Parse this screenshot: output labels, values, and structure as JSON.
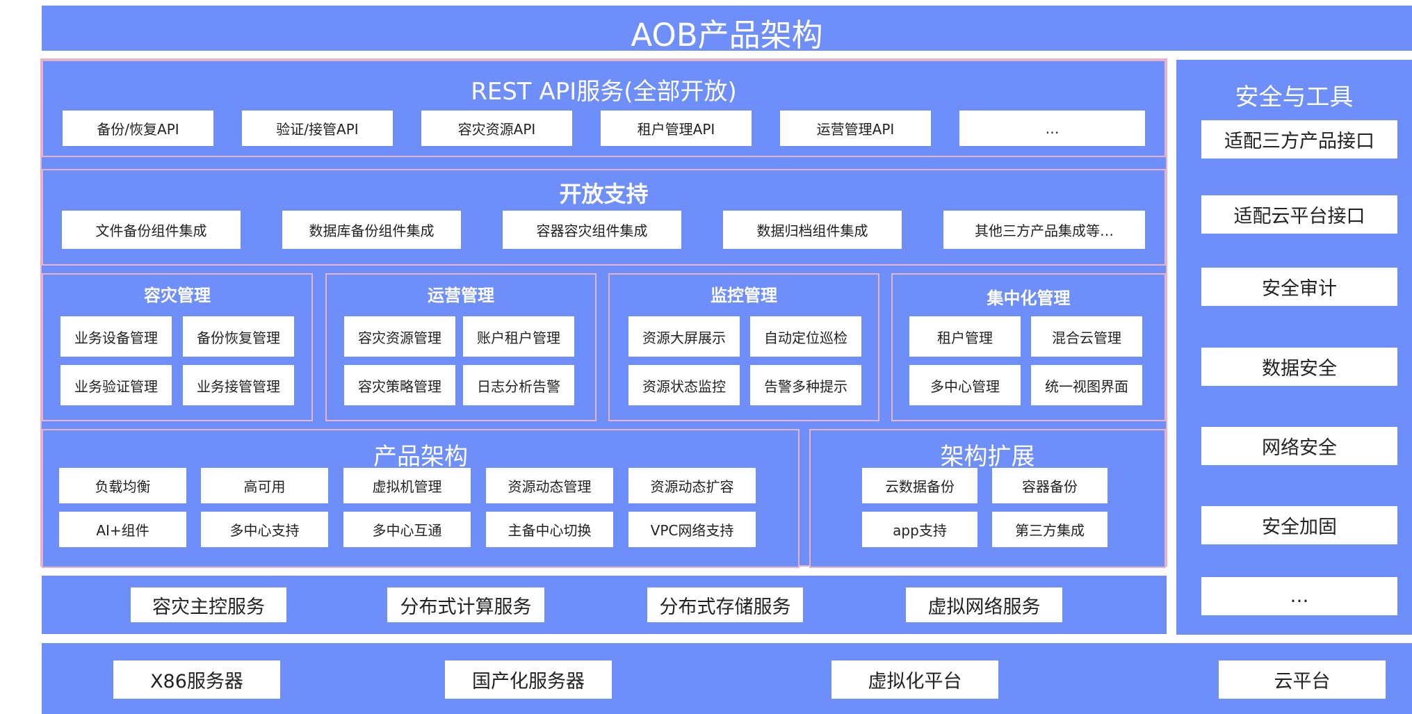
{
  "title": "AOB产品架构",
  "api": {
    "title": "REST API服务(全部开放)",
    "items": [
      "备份/恢复API",
      "验证/接管API",
      "容灾资源API",
      "租户管理API",
      "运营管理API",
      "…"
    ]
  },
  "open_support": {
    "title": "开放支持",
    "items": [
      "文件备份组件集成",
      "数据库备份组件集成",
      "容器容灾组件集成",
      "数据归档组件集成",
      "其他三方产品集成等…"
    ]
  },
  "modules": [
    {
      "title": "容灾管理",
      "items": [
        "业务设备管理",
        "备份恢复管理",
        "业务验证管理",
        "业务接管管理"
      ]
    },
    {
      "title": "运营管理",
      "items": [
        "容灾资源管理",
        "账户租户管理",
        "容灾策略管理",
        "日志分析告警"
      ]
    },
    {
      "title": "监控管理",
      "items": [
        "资源大屏展示",
        "自动定位巡检",
        "资源状态监控",
        "告警多种提示"
      ]
    },
    {
      "title": "集中化管理",
      "items": [
        "租户管理",
        "混合云管理",
        "多中心管理",
        "统一视图界面"
      ]
    }
  ],
  "product_arch": {
    "title": "产品架构",
    "items": [
      "负载均衡",
      "高可用",
      "虚拟机管理",
      "资源动态管理",
      "资源动态扩容",
      "AI+组件",
      "多中心支持",
      "多中心互通",
      "主备中心切换",
      "VPC网络支持"
    ]
  },
  "arch_ext": {
    "title": "架构扩展",
    "items": [
      "云数据备份",
      "容器备份",
      "app支持",
      "第三方集成"
    ]
  },
  "services": {
    "items": [
      "容灾主控服务",
      "分布式计算服务",
      "分布式存储服务",
      "虚拟网络服务"
    ]
  },
  "infra": {
    "items": [
      "X86服务器",
      "国产化服务器",
      "虚拟化平台",
      "云平台"
    ]
  },
  "security": {
    "title": "安全与工具",
    "items": [
      "适配三方产品接口",
      "适配云平台接口",
      "安全审计",
      "数据安全",
      "网络安全",
      "安全加固",
      "…"
    ]
  }
}
